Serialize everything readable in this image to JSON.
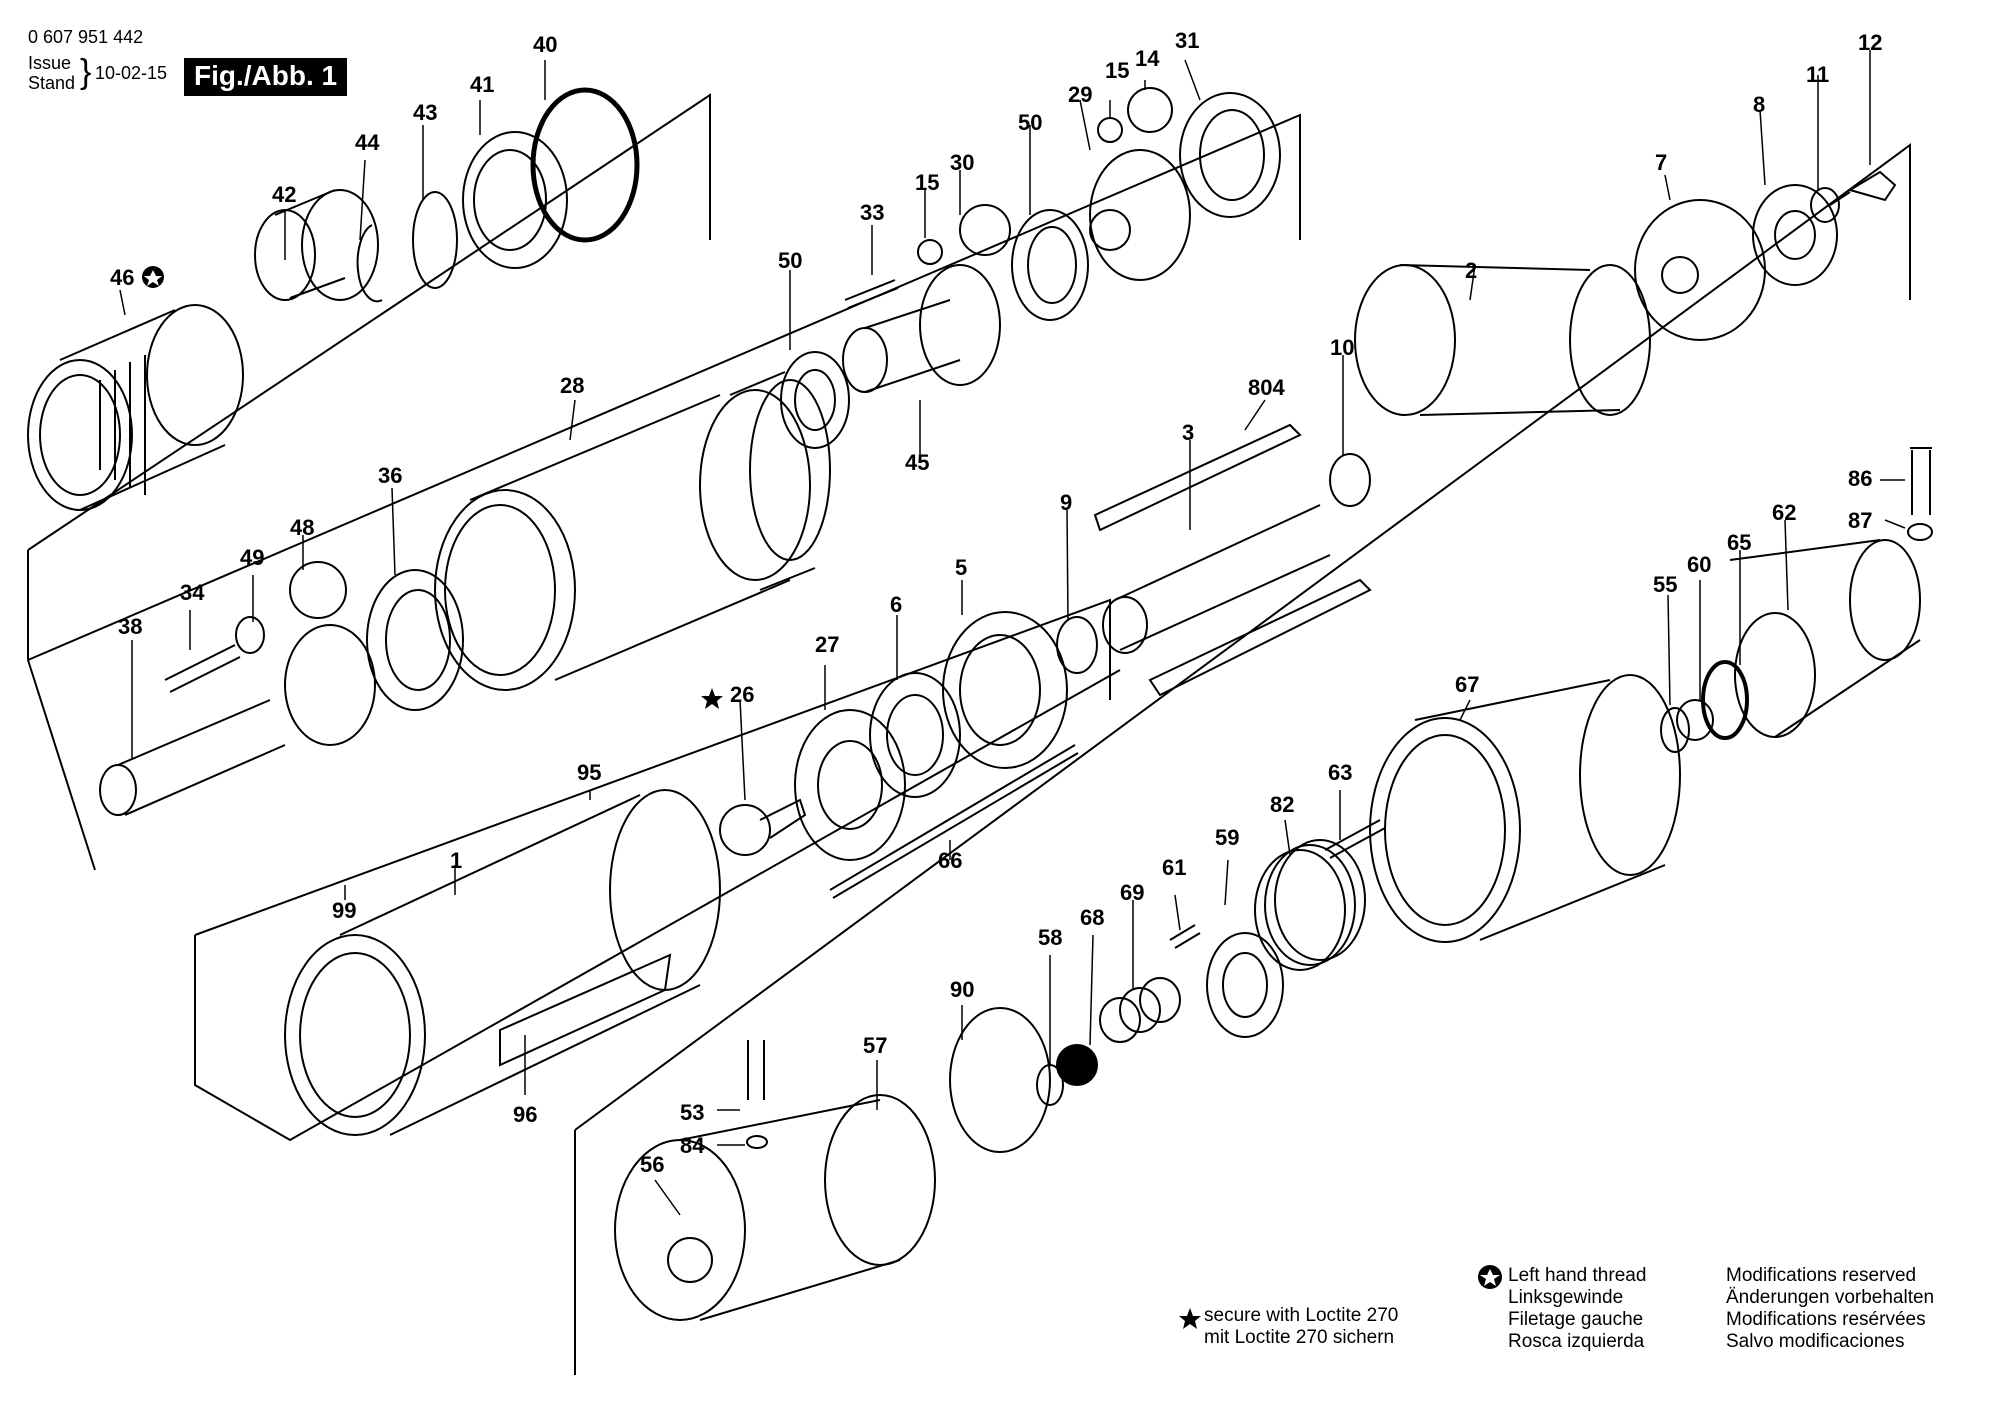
{
  "header": {
    "doc_number": "0 607 951 442",
    "issue_label": "Issue",
    "stand_label": "Stand",
    "date": "10-02-15",
    "figure": "Fig./Abb. 1"
  },
  "part_numbers": [
    "46",
    "42",
    "44",
    "43",
    "41",
    "40",
    "33",
    "15",
    "30",
    "50",
    "15",
    "14",
    "31",
    "29",
    "50",
    "12",
    "11",
    "8",
    "7",
    "2",
    "10",
    "804",
    "3",
    "28",
    "36",
    "48",
    "49",
    "34",
    "38",
    "45",
    "9",
    "5",
    "6",
    "27",
    "26",
    "95",
    "1",
    "99",
    "96",
    "66",
    "67",
    "63",
    "82",
    "59",
    "61",
    "69",
    "68",
    "58",
    "90",
    "57",
    "53",
    "84",
    "56",
    "86",
    "87",
    "62",
    "65",
    "60",
    "55"
  ],
  "notes": {
    "loctite_en": "secure with Loctite 270",
    "loctite_de": "mit Loctite 270 sichern",
    "lefthand": [
      "Left hand thread",
      "Linksgewinde",
      "Filetage gauche",
      "Rosca izquierda"
    ],
    "modifications": [
      "Modifications reserved",
      "Änderungen vorbehalten",
      "Modifications resérvées",
      "Salvo modificaciones"
    ]
  },
  "colors": {
    "ink": "#000000",
    "paper": "#ffffff"
  }
}
